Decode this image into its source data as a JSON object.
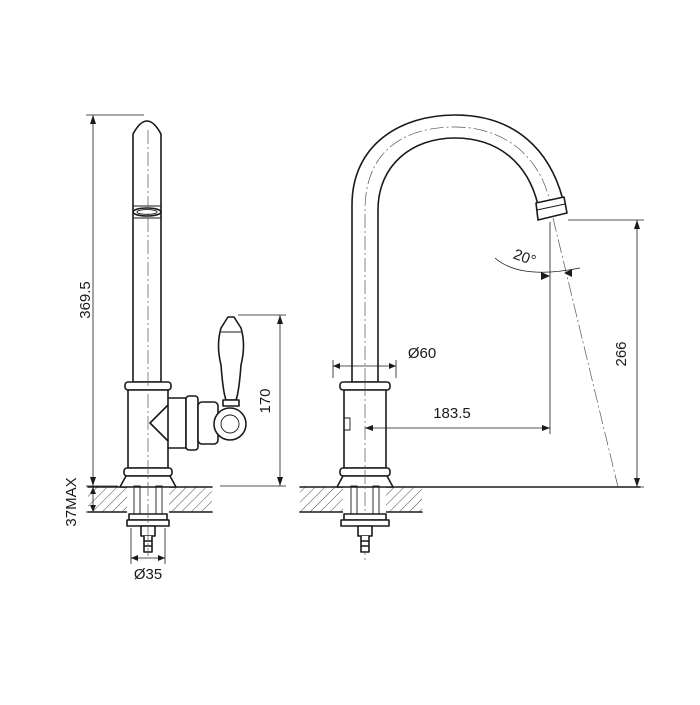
{
  "dimensions": {
    "total_height": "369.5",
    "mount_thickness": "37MAX",
    "base_diameter": "Ø35",
    "handle_height": "170",
    "body_diameter": "Ø60",
    "spout_reach": "183.5",
    "spout_height": "266",
    "spout_angle": "20°"
  }
}
